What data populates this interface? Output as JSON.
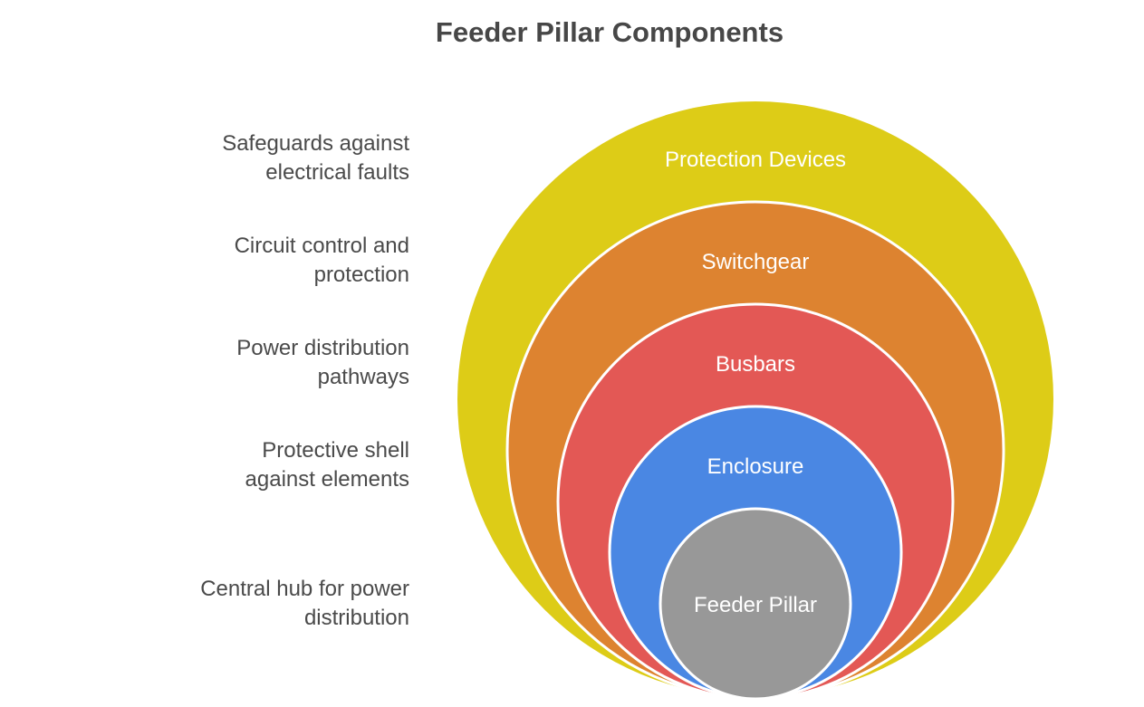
{
  "title": "Feeder Pillar Components",
  "layers": [
    {
      "label": "Protection Devices",
      "description": [
        "Safeguards against",
        "electrical faults"
      ],
      "color": "#DDCC17"
    },
    {
      "label": "Switchgear",
      "description": [
        "Circuit control and",
        "protection"
      ],
      "color": "#DD8330"
    },
    {
      "label": "Busbars",
      "description": [
        "Power distribution",
        "pathways"
      ],
      "color": "#E35855"
    },
    {
      "label": "Enclosure",
      "description": [
        "Protective shell",
        "against elements"
      ],
      "color": "#4A87E3"
    },
    {
      "label": "Feeder Pillar",
      "description": [
        "Central hub for power",
        "distribution"
      ],
      "color": "#989898"
    }
  ]
}
